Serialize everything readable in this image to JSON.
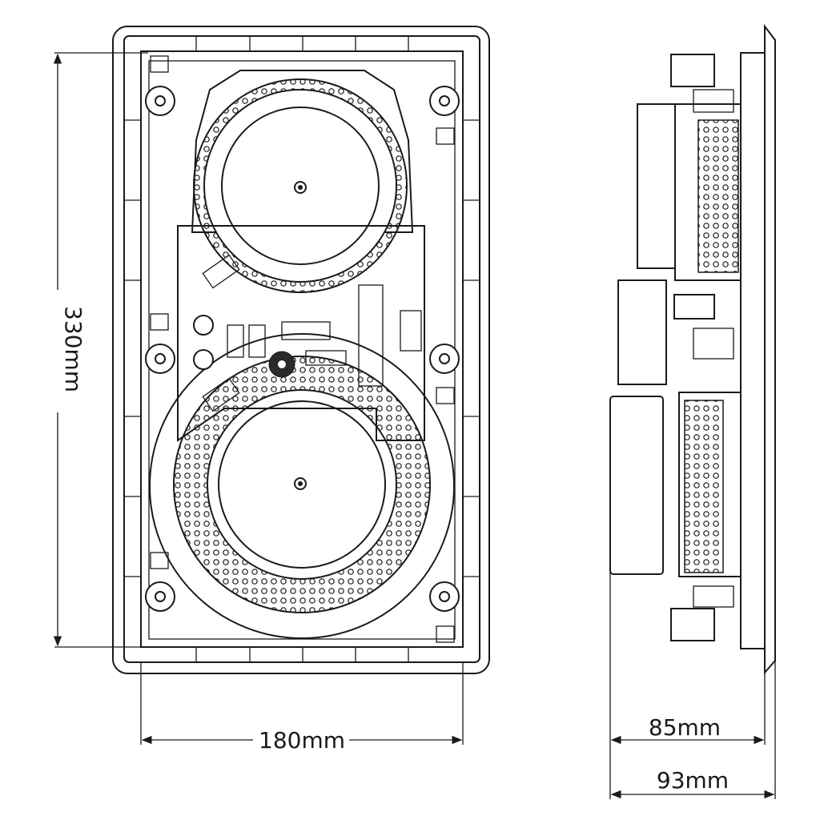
{
  "dimensions": {
    "height_label": "330mm",
    "width_label": "180mm",
    "depth_inner_label": "85mm",
    "depth_outer_label": "93mm"
  }
}
